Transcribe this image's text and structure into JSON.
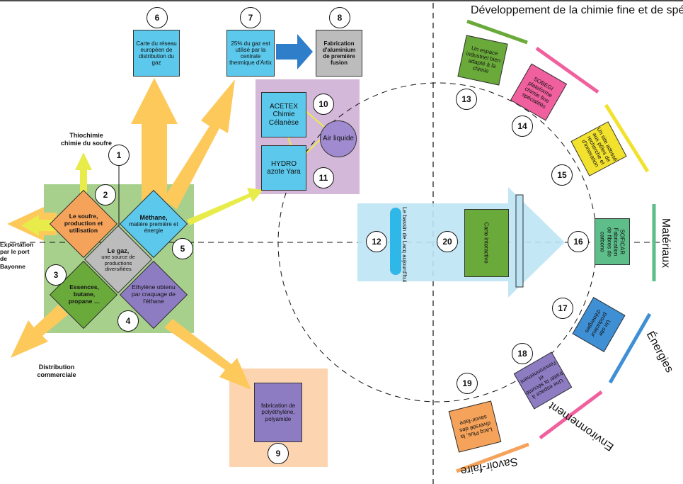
{
  "labels": {
    "thiochimie": "Thiochimie\nchimie du soufre",
    "exportation": "Exportation\npar le port\nde Bayonne",
    "distribution": "Distribution\ncommerciale"
  },
  "diamonds": {
    "soufre": "Le soufre, production et utilisation",
    "methane_title": "Méthane,",
    "methane_sub": "matière première et énergie",
    "gaz_title": "Le gaz,",
    "gaz_sub": "une source de productions diversifiées",
    "essences": "Essences, butane, propane …",
    "ethylene": "Ethylène obtenu par craquage de l'éthane"
  },
  "boxes": {
    "carte_reseau": "Carte du réseau européen de distribution du gaz",
    "artix": "25% du gaz est utilisé par la centrale thermique d'Artix",
    "aluminium": "Fabrication d'aluminium de première fusion",
    "acetex": "ACETEX Chimie Célanèse",
    "hydro": "HYDRO azote Yara",
    "air_liquide": "Air liquide",
    "polyethylene": "fabrication de polyéthylène, polyamide",
    "bassin": "Le bassin de Lacq aujourd'hui",
    "carte_interactive": "Carte interactive",
    "espace_industriel": "Un espace industriel bien adapté à la chimie",
    "sobegi": "SOBEGI plateforme chimie fine spécialités",
    "site_adosse": "Un site adossé aux pôles de recherche et d'innovation",
    "soficar": "SOFICAR Fabrication de fibres de carbone",
    "site_producteur": "Un site producteur d'énergies",
    "espace_securite": "Une espace à traiter la sécurité et l'environnement",
    "lacq_plus": "Lacq Plus, la diversité des savoir-faire"
  },
  "numbers": [
    "1",
    "2",
    "3",
    "4",
    "5",
    "6",
    "7",
    "8",
    "9",
    "10",
    "11",
    "12",
    "13",
    "14",
    "15",
    "16",
    "17",
    "18",
    "19",
    "20"
  ],
  "categories": {
    "chimie_fine": "Développement de la chimie fine et de spécialité",
    "materiaux": "Matériaux",
    "energies": "Énergies",
    "environnement": "Environnement",
    "savoir_faire": "Savoir-faire"
  },
  "colors": {
    "green_zone": "#a8d08d",
    "yellow_arrow": "#fdc95a",
    "lime_arrow": "#e8ec4a",
    "cyan": "#5bc8ec",
    "purple": "#8e7cc3",
    "lilac_zone": "#d4b8d9",
    "peach_zone": "#fcd5b0",
    "orange": "#f5a35a",
    "gray": "#bcbcbc",
    "light_blue_band": "#bde4f4",
    "dark_green": "#6aaa3a",
    "pink": "#f0609e",
    "yellow": "#f2e22e",
    "teal": "#5dbe8a",
    "blue": "#3e8fd4"
  }
}
